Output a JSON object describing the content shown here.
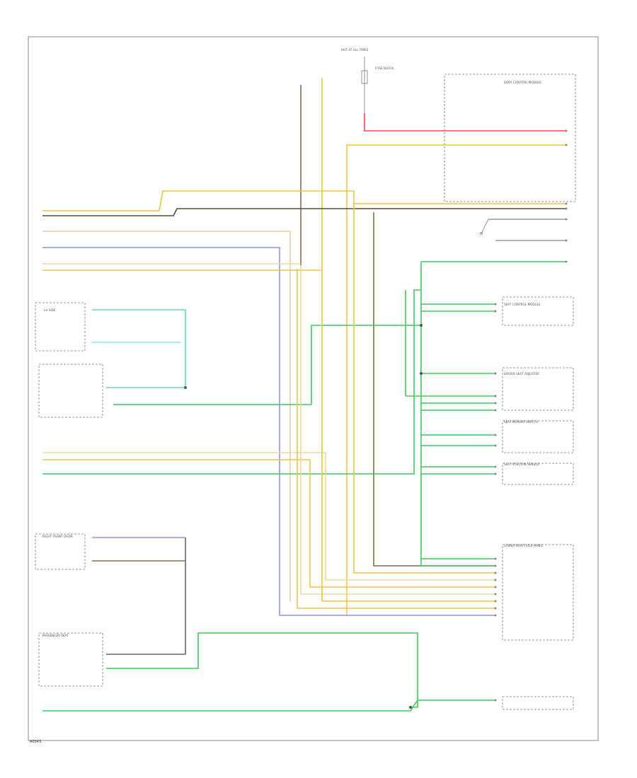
{
  "diagram": {
    "footer_code": "A0043",
    "colors": {
      "yellow": "#f2c43a",
      "tan": "#e8d9a0",
      "orange": "#f0a14a",
      "brown": "#8b6a4a",
      "dark_brown": "#5a4a2e",
      "blue": "#8a96e8",
      "green": "#3dcc5a",
      "lt_green": "#5fe0a0",
      "lt_blue": "#7fe8f0",
      "red": "#ee4a5a",
      "gray": "#999999"
    },
    "labels": {
      "hot_at_all_times": "HOT AT ALL TIMES",
      "fuse_block": "FUSE BLOCK",
      "left_side_stripe": "LH SIDE",
      "modules": [
        "SEAT CONTROL MODULE",
        "BODY CONTROL MODULE",
        "SEAT MEMORY SWITCH",
        "DRIVER SEAT ADJUSTER",
        "SEAT POSITION SENSOR",
        "LOWER RIGHT KICK PANEL",
        "PASSENGER SEAT",
        "RIGHT FRONT DOOR"
      ]
    }
  }
}
